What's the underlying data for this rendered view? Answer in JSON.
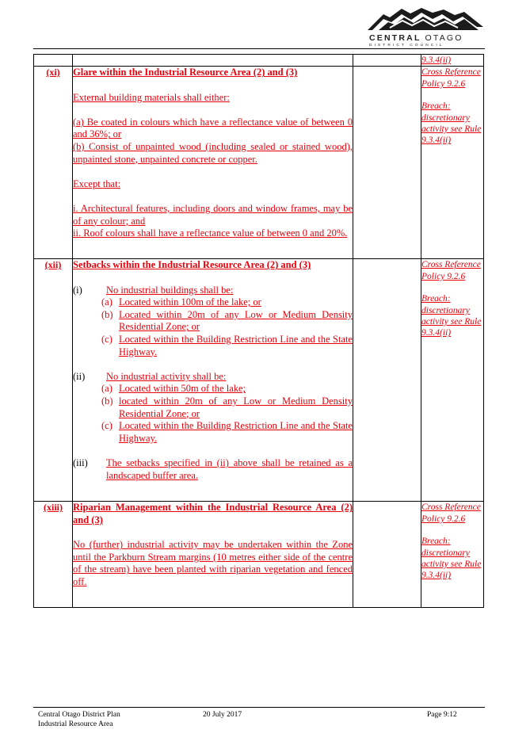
{
  "header": {
    "logo_main_bold": "CENTRAL",
    "logo_main_thin": "OTAGO",
    "logo_sub": "DISTRICT COUNCIL"
  },
  "rules": {
    "top_ref": "9.3.4(ii)",
    "xi": {
      "number": "(xi)",
      "heading": "Glare within the Industrial Resource Area (2) and (3)",
      "intro": "External building materials shall either:",
      "a": "(a) Be coated in colours which have a reflectance value of between 0 and 36%; or",
      "b": "(b) Consist of unpainted wood (including sealed or stained wood), unpainted stone, unpainted concrete or copper.",
      "except": "Except that:",
      "i": "i. Architectural features, including doors and window frames, may be of any colour; and",
      "ii": "ii. Roof colours shall have a reflectance value of between 0 and 20%.",
      "cross_ref": "Cross Reference Policy 9.2.6",
      "breach": "Breach: discretionary activity see Rule 9.3.4(ii)"
    },
    "xii": {
      "number": "(xii)",
      "heading": "Setbacks within the Industrial Resource Area (2) and (3)",
      "i_label": "(i)",
      "i_text": "No industrial buildings shall be:",
      "i_a_label": "(a)",
      "i_a": "Located within 100m of the lake; or",
      "i_b_label": "(b)",
      "i_b": "Located within 20m of any Low or Medium Density Residential Zone; or",
      "i_c_label": "(c)",
      "i_c": "Located within the Building Restriction Line and the State Highway.",
      "ii_label": "(ii)",
      "ii_text": "No industrial activity shall be:",
      "ii_a_label": "(a)",
      "ii_a": "Located within 50m of the lake;",
      "ii_b_label": "(b)",
      "ii_b": "located within 20m of any Low or Medium Density Residential Zone; or",
      "ii_c_label": "(c)",
      "ii_c": "Located within the Building Restriction Line and the State Highway.",
      "iii_label": "(iii)",
      "iii_text": "The setbacks specified in (ii) above shall be retained as a landscaped buffer area.",
      "cross_ref": "Cross Reference Policy 9.2.6",
      "breach": "Breach: discretionary activity see Rule 9.3.4(ii)"
    },
    "xiii": {
      "number": "(xiii)",
      "heading": "Riparian Management within the Industrial Resource Area (2) and (3)",
      "body": "No (further) industrial activity may be undertaken within the Zone until the Parkburn Stream margins (10 metres either side of the centre of the stream) have been planted with riparian vegetation and fenced off.",
      "cross_ref": "Cross Reference Policy 9.2.6",
      "breach": "Breach: discretionary activity see Rule 9.3.4(ii)"
    }
  },
  "footer": {
    "doc_title": "Central Otago District Plan",
    "section": "Industrial Resource Area",
    "date": "20 July 2017",
    "page": "Page 9:12"
  },
  "colors": {
    "amendment_red": "#e8000b",
    "text": "#000000"
  }
}
